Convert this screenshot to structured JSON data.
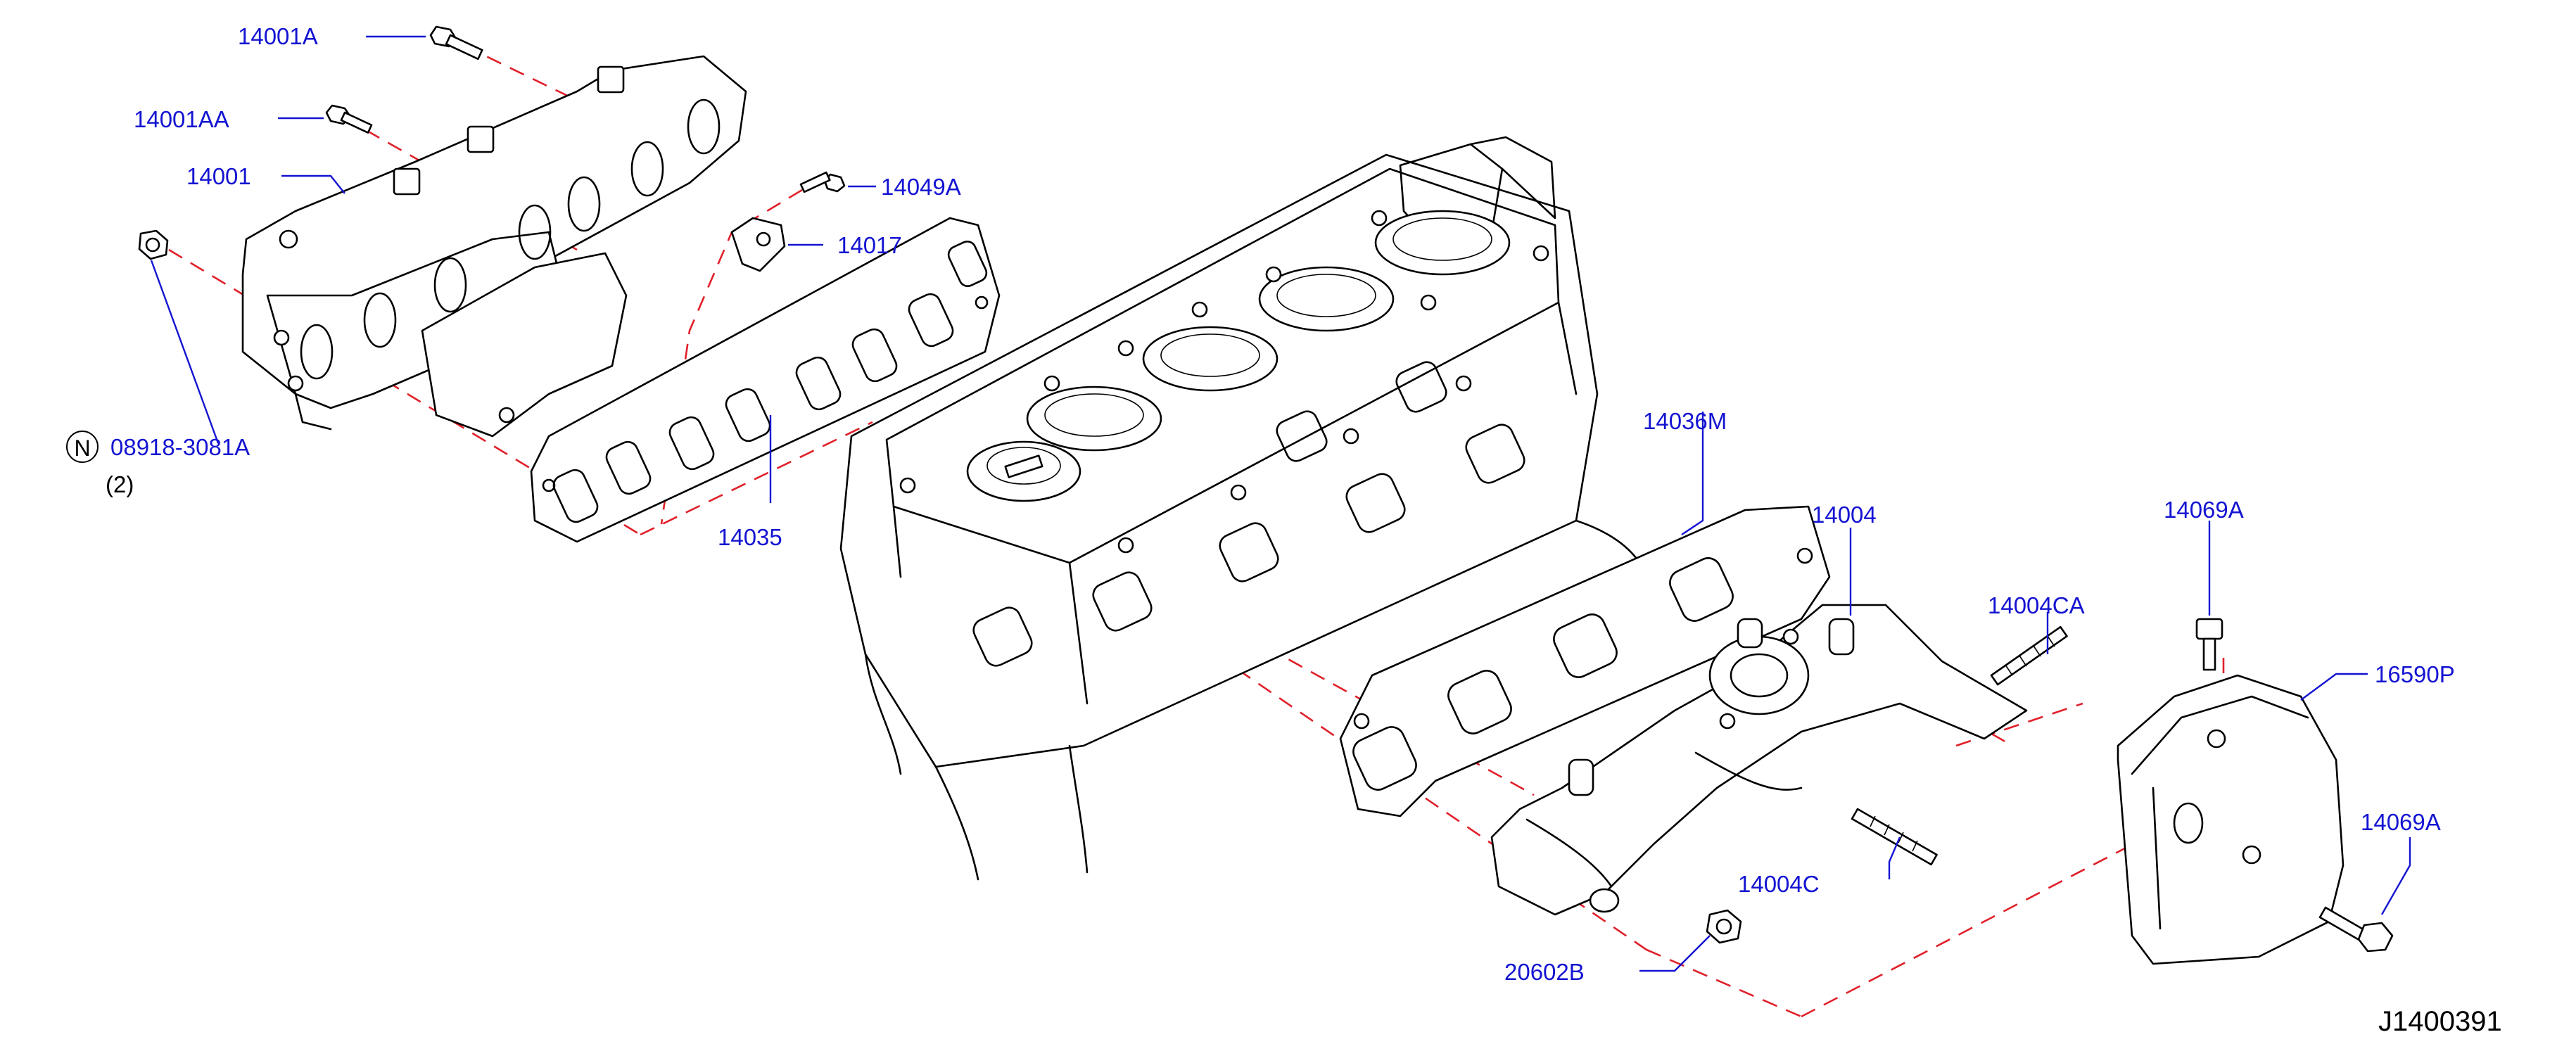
{
  "diagram": {
    "reference_code": "J1400391",
    "callouts": [
      {
        "id": "intake-manifold-bolt",
        "label": "14001A"
      },
      {
        "id": "intake-manifold-bolt-aa",
        "label": "14001AA"
      },
      {
        "id": "intake-manifold",
        "label": "14001"
      },
      {
        "id": "nut",
        "label": "08918-3081A",
        "prefix": "N",
        "quantity": "(2)"
      },
      {
        "id": "bolt-14049a",
        "label": "14049A"
      },
      {
        "id": "bracket",
        "label": "14017"
      },
      {
        "id": "intake-gasket",
        "label": "14035"
      },
      {
        "id": "exhaust-gasket",
        "label": "14036M"
      },
      {
        "id": "exhaust-manifold",
        "label": "14004"
      },
      {
        "id": "stud-ca",
        "label": "14004CA"
      },
      {
        "id": "stud-c",
        "label": "14004C"
      },
      {
        "id": "exhaust-nut",
        "label": "20602B"
      },
      {
        "id": "heat-shield-bolt-top",
        "label": "14069A"
      },
      {
        "id": "heat-shield",
        "label": "16590P"
      },
      {
        "id": "heat-shield-bolt-side",
        "label": "14069A"
      }
    ]
  },
  "colors": {
    "callout": "#1414d2",
    "assembly_line": "#e0202a",
    "drawing": "#000000"
  }
}
